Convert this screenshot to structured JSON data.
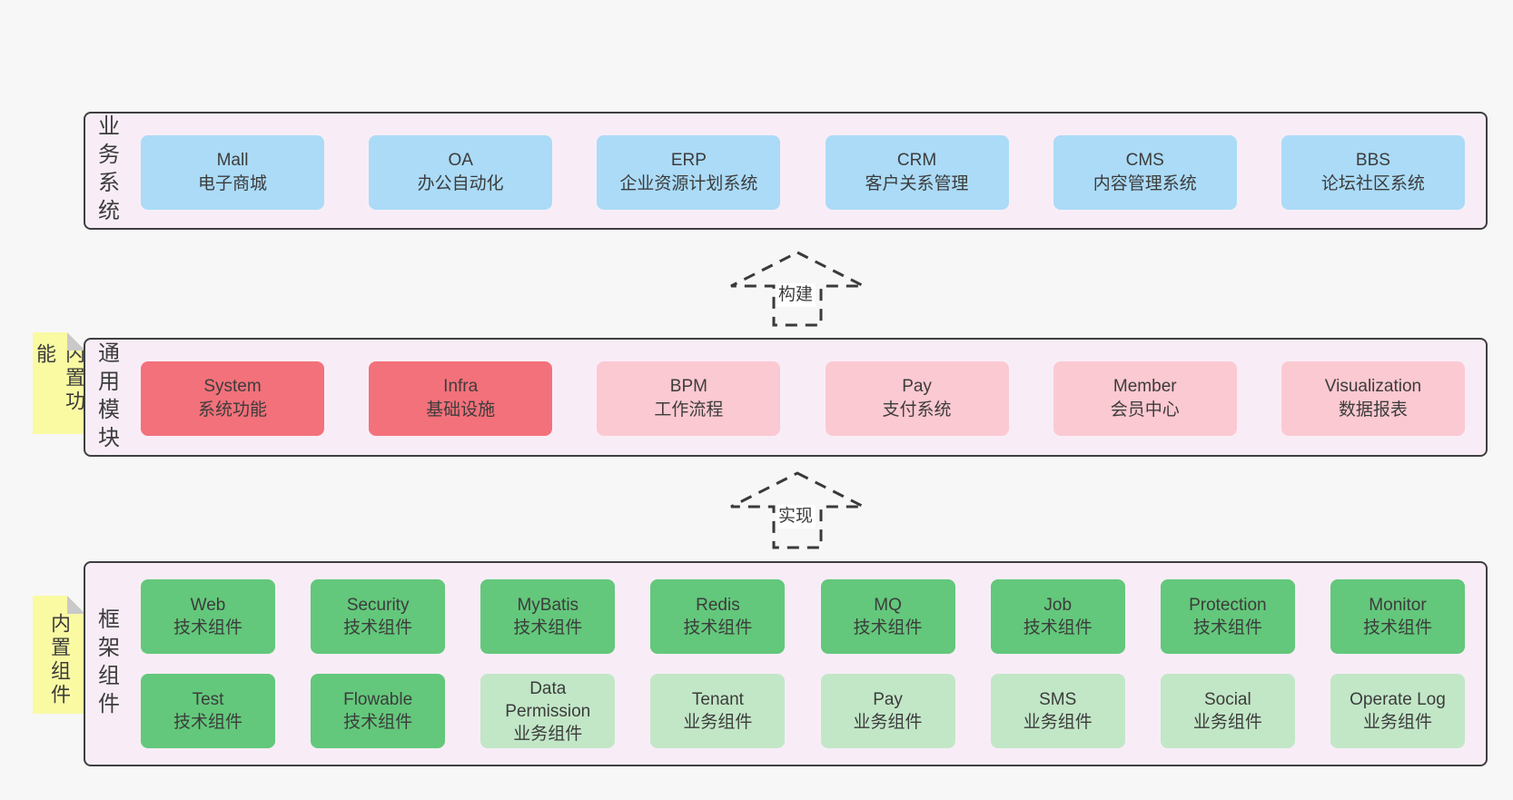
{
  "colors": {
    "page-bg": "#f7f7f7",
    "panel-bg": "#f8edf7",
    "panel-border": "#3f3f3f",
    "box-blue": "#abdbf7",
    "box-red": "#f3717a",
    "box-pink": "#fbc9d1",
    "box-green": "#63c87b",
    "box-lightgreen": "#c2e7c7",
    "note-yellow": "#fafaa3",
    "note-fold": "#c9c9c9",
    "text": "#3c3c3c"
  },
  "sections": [
    {
      "side_label": "业务系统",
      "rows": [
        [
          {
            "title": "Mall",
            "subtitle": "电子商城",
            "variant": "blue"
          },
          {
            "title": "OA",
            "subtitle": "办公自动化",
            "variant": "blue"
          },
          {
            "title": "ERP",
            "subtitle": "企业资源计划系统",
            "variant": "blue"
          },
          {
            "title": "CRM",
            "subtitle": "客户关系管理",
            "variant": "blue"
          },
          {
            "title": "CMS",
            "subtitle": "内容管理系统",
            "variant": "blue"
          },
          {
            "title": "BBS",
            "subtitle": "论坛社区系统",
            "variant": "blue"
          }
        ]
      ]
    },
    {
      "side_label": "通用模块",
      "note": "内置功能",
      "rows": [
        [
          {
            "title": "System",
            "subtitle": "系统功能",
            "variant": "red"
          },
          {
            "title": "Infra",
            "subtitle": "基础设施",
            "variant": "red"
          },
          {
            "title": "BPM",
            "subtitle": "工作流程",
            "variant": "pink"
          },
          {
            "title": "Pay",
            "subtitle": "支付系统",
            "variant": "pink"
          },
          {
            "title": "Member",
            "subtitle": "会员中心",
            "variant": "pink"
          },
          {
            "title": "Visualization",
            "subtitle": "数据报表",
            "variant": "pink"
          }
        ]
      ]
    },
    {
      "side_label": "框架组件",
      "note": "内置组件",
      "rows": [
        [
          {
            "title": "Web",
            "subtitle": "技术组件",
            "variant": "green"
          },
          {
            "title": "Security",
            "subtitle": "技术组件",
            "variant": "green"
          },
          {
            "title": "MyBatis",
            "subtitle": "技术组件",
            "variant": "green"
          },
          {
            "title": "Redis",
            "subtitle": "技术组件",
            "variant": "green"
          },
          {
            "title": "MQ",
            "subtitle": "技术组件",
            "variant": "green"
          },
          {
            "title": "Job",
            "subtitle": "技术组件",
            "variant": "green"
          },
          {
            "title": "Protection",
            "subtitle": "技术组件",
            "variant": "green"
          },
          {
            "title": "Monitor",
            "subtitle": "技术组件",
            "variant": "green"
          }
        ],
        [
          {
            "title": "Test",
            "subtitle": "技术组件",
            "variant": "green"
          },
          {
            "title": "Flowable",
            "subtitle": "技术组件",
            "variant": "green"
          },
          {
            "title": "Data Permission",
            "subtitle": "业务组件",
            "variant": "lightgreen"
          },
          {
            "title": "Tenant",
            "subtitle": "业务组件",
            "variant": "lightgreen"
          },
          {
            "title": "Pay",
            "subtitle": "业务组件",
            "variant": "lightgreen"
          },
          {
            "title": "SMS",
            "subtitle": "业务组件",
            "variant": "lightgreen"
          },
          {
            "title": "Social",
            "subtitle": "业务组件",
            "variant": "lightgreen"
          },
          {
            "title": "Operate Log",
            "subtitle": "业务组件",
            "variant": "lightgreen"
          }
        ]
      ]
    }
  ],
  "arrows": [
    {
      "label": "构建"
    },
    {
      "label": "实现"
    }
  ]
}
